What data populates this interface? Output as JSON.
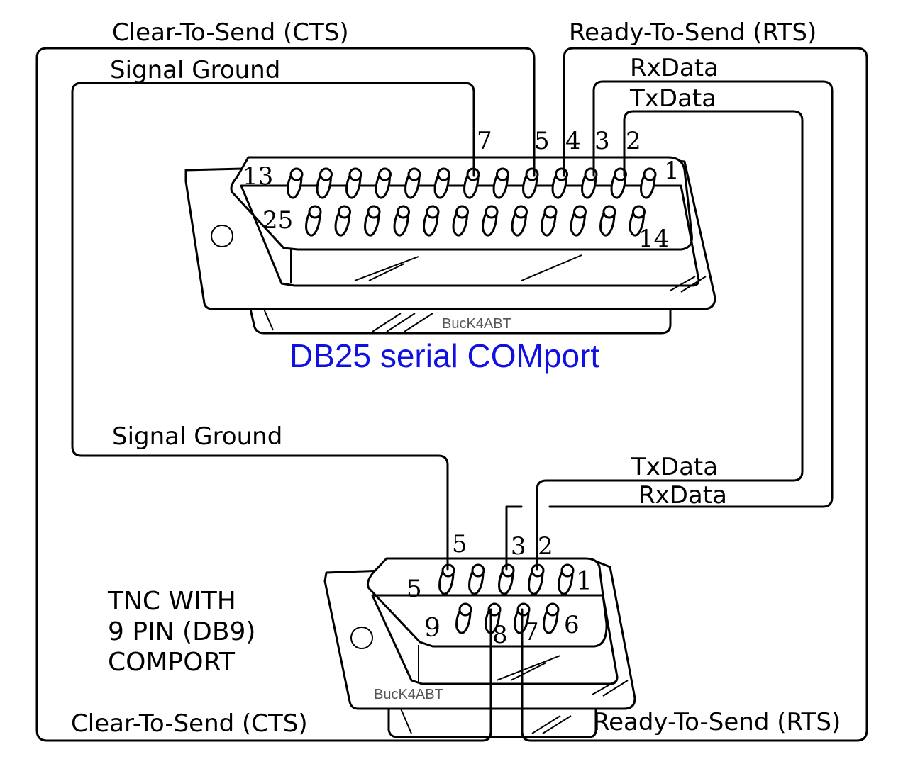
{
  "labels": {
    "top_cts": "Clear-To-Send  (CTS)",
    "top_rts": "Ready-To-Send (RTS)",
    "top_signal_ground": "Signal Ground",
    "top_rxdata": "RxData",
    "top_txdata": "TxData",
    "mid_signal_ground": "Signal Ground",
    "mid_txdata": "TxData",
    "mid_rxdata": "RxData",
    "bottom_cts": "Clear-To-Send  (CTS)",
    "bottom_rts": "Ready-To-Send (RTS)"
  },
  "db25": {
    "title": "DB25 serial COMport",
    "title_color": "#1010e0",
    "maker": "BucK4ABT",
    "wired_pins": [
      "7",
      "5",
      "4",
      "3",
      "2"
    ],
    "corner_pins": [
      "13",
      "1",
      "25",
      "14"
    ]
  },
  "db9": {
    "maker": "BucK4ABT",
    "wired_pins": [
      "5",
      "3",
      "2"
    ],
    "face_pins": [
      "5",
      "1",
      "9",
      "8",
      "7",
      "6"
    ]
  },
  "tnc_note": [
    "TNC  WITH",
    "9 PIN (DB9)",
    "COMPORT"
  ]
}
